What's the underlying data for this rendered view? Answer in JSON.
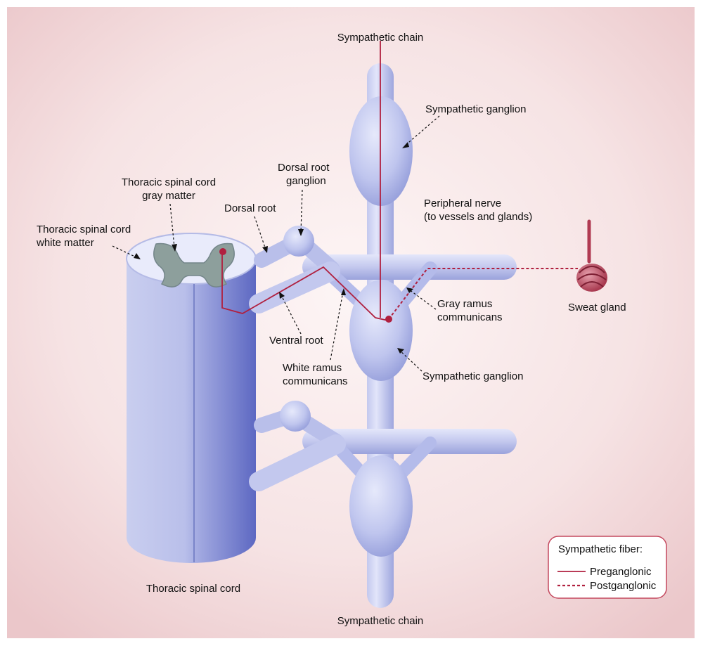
{
  "labels": {
    "sympathetic_chain_top": "Sympathetic chain",
    "sympathetic_ganglion_top": "Sympathetic ganglion",
    "dorsal_root_ganglion_line1": "Dorsal root",
    "dorsal_root_ganglion_line2": "ganglion",
    "gray_matter_line1": "Thoracic spinal cord",
    "gray_matter_line2": "gray matter",
    "peripheral_nerve_line1": "Peripheral nerve",
    "peripheral_nerve_line2": "(to vessels and glands)",
    "dorsal_root": "Dorsal root",
    "white_matter_line1": "Thoracic spinal cord",
    "white_matter_line2": "white matter",
    "gray_ramus_line1": "Gray ramus",
    "gray_ramus_line2": "communicans",
    "sweat_gland": "Sweat gland",
    "ventral_root": "Ventral root",
    "white_ramus_line1": "White ramus",
    "white_ramus_line2": "communicans",
    "sympathetic_ganglion_mid": "Sympathetic ganglion",
    "thoracic_spinal_cord": "Thoracic spinal cord",
    "sympathetic_chain_bottom": "Sympathetic chain"
  },
  "legend": {
    "title": "Sympathetic fiber:",
    "preganglionic": "Preganglonic",
    "postganglionic": "Postganglonic"
  },
  "colors": {
    "background_center": "#fbf1f1",
    "background_edge": "#ecc9cc",
    "structure_light": "#d3d6f4",
    "structure_mid": "#aab1e4",
    "structure_dark": "#6a74c6",
    "fiber": "#b0203f",
    "legend_border": "#c4485e"
  }
}
